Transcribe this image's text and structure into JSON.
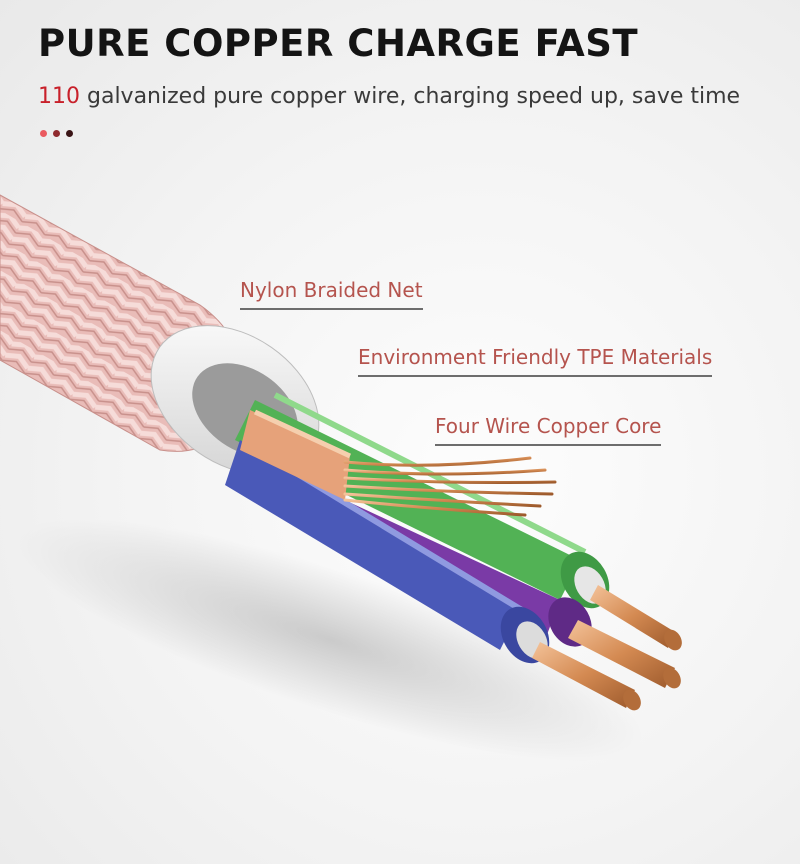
{
  "header": {
    "title": "PURE COPPER CHARGE FAST",
    "subtitle_number": "110",
    "subtitle_text": " galvanized pure copper wire, charging speed up, save time"
  },
  "colors": {
    "accent_red": "#c8202a",
    "dot_1": "#ea5a5f",
    "dot_2": "#8f2a2e",
    "dot_3": "#3a1416",
    "braid": "#e8b8b4",
    "tpe": "#ececec",
    "wire_green": "#58b55c",
    "wire_blue": "#4a59b8",
    "wire_purple": "#7a3aa6",
    "wire_orange": "#e6a27a",
    "copper": "#d48a52"
  },
  "callouts": [
    {
      "label": "Nylon Braided Net"
    },
    {
      "label": "Environment Friendly TPE Materials"
    },
    {
      "label": "Four Wire Copper Core"
    }
  ],
  "illustration": {
    "icon": "cable-cross-section-icon"
  }
}
